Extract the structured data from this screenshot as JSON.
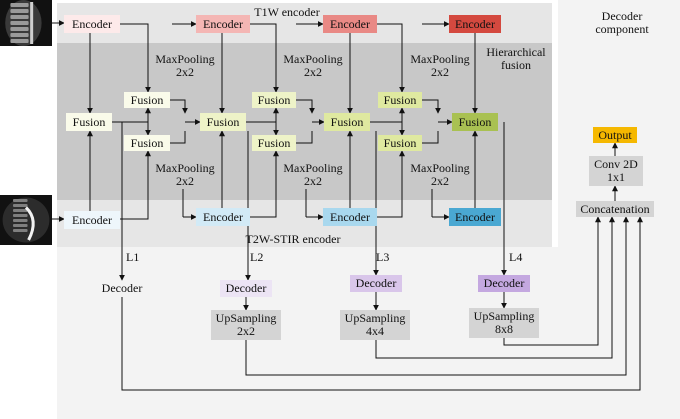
{
  "regions": {
    "t1w_encoder": "T1W encoder",
    "t2w_encoder": "T2W-STIR encoder",
    "hierarchical_fusion": "Hierarchical\nfusion",
    "decoder_component": "Decoder\ncomponent"
  },
  "labels": {
    "encoder": "Encoder",
    "fusion": "Fusion",
    "maxpooling": "MaxPooling\n2x2",
    "decoder": "Decoder",
    "upsampling_2": "UpSampling\n2x2",
    "upsampling_4": "UpSampling\n4x4",
    "upsampling_8": "UpSampling\n8x8",
    "concatenation": "Concatenation",
    "conv2d": "Conv 2D\n1x1",
    "output": "Output"
  },
  "levels": [
    "L1",
    "L2",
    "L3",
    "L4"
  ],
  "colors": {
    "panel_t1": "#e6e6e6",
    "panel_fusion": "#c8c8c8",
    "panel_t2": "#e6e6e6",
    "panel_decoder": "#f3f3f3",
    "t1_encoders": [
      "#fdeaea",
      "#f4b6b4",
      "#e98985",
      "#d4493f"
    ],
    "t2_encoders": [
      "#eef6fb",
      "#d2eaf6",
      "#a9d8ee",
      "#4aa8d2"
    ],
    "fusion_levels": [
      "#fafbea",
      "#eef3c8",
      "#dfe9a0",
      "#a9c152"
    ],
    "decoders": [
      "#f4f4f4",
      "#ece4f4",
      "#d9c6ea",
      "#c4a8e0"
    ],
    "gray_box": "#d4d4d4",
    "output": "#f5b800"
  }
}
